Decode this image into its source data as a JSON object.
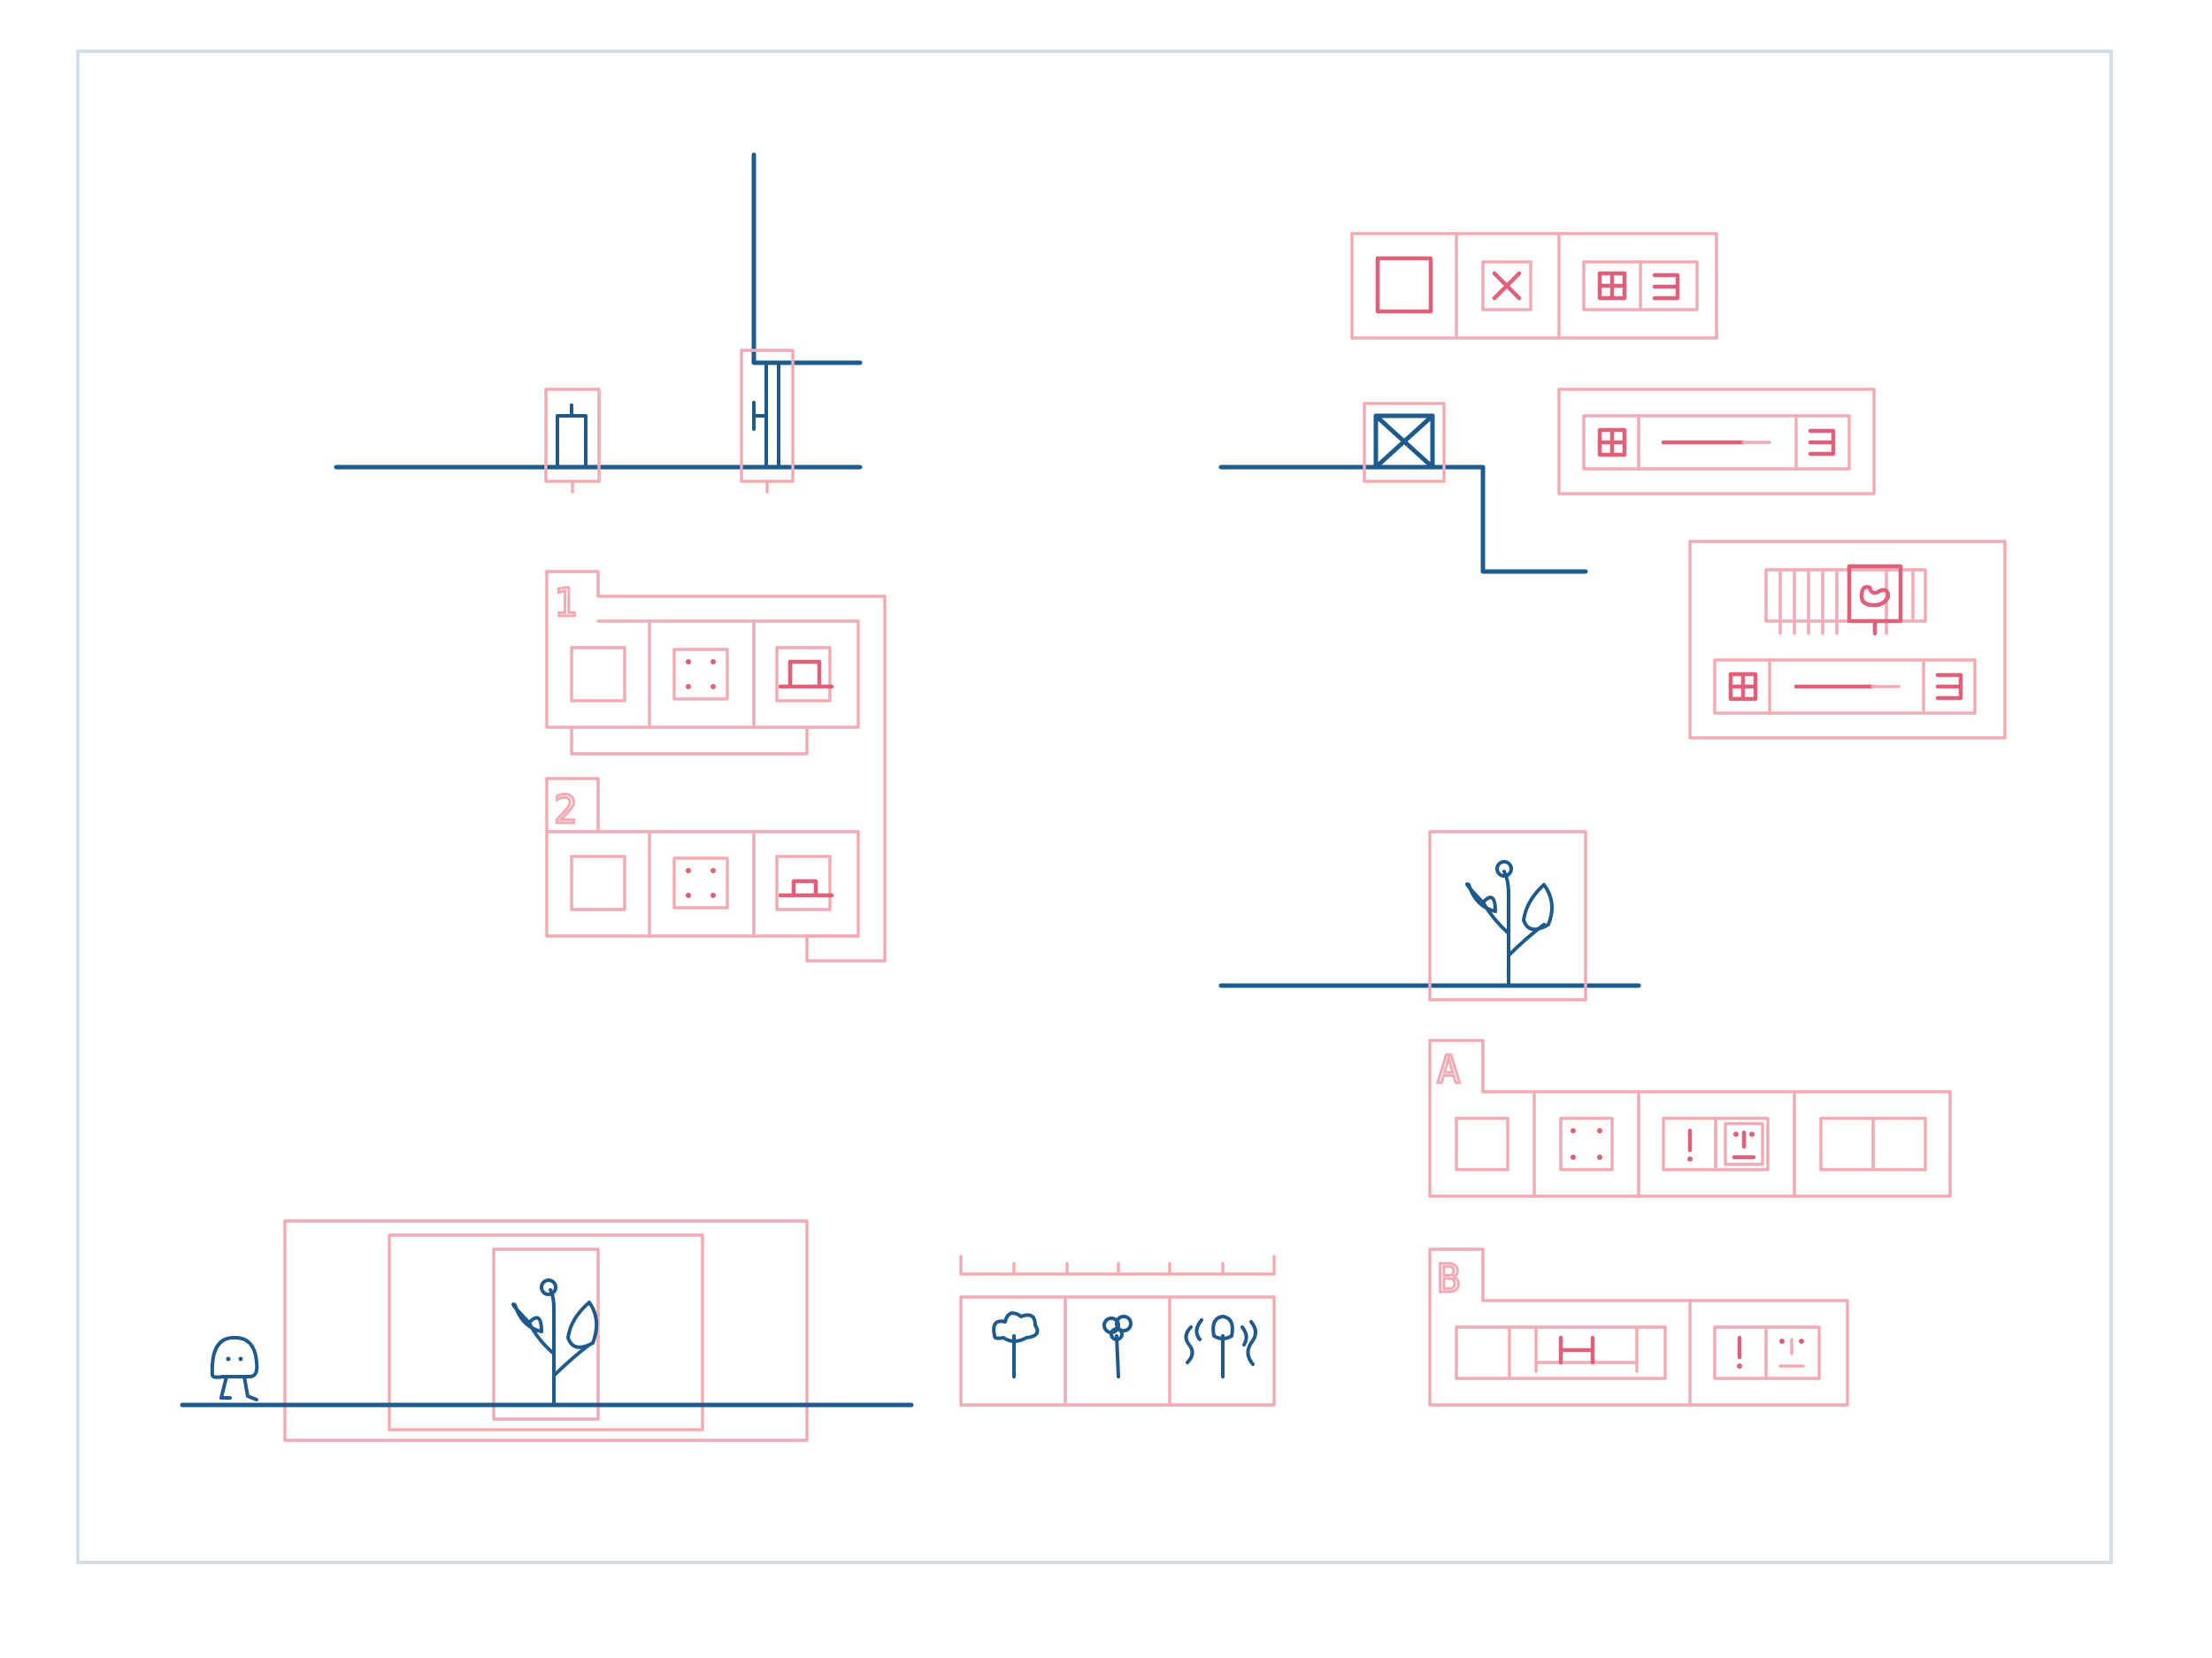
{
  "colors": {
    "background": "#ffffff",
    "frame": "#d3e0ea",
    "pink": "#f2aab4",
    "pink_dark": "#e0607a",
    "blue": "#1e5a8c"
  },
  "labels": {
    "stage_1": "1",
    "stage_2": "2",
    "stage_a": "A",
    "stage_b": "B"
  },
  "icons": {
    "square": "square-icon",
    "cross": "x-icon",
    "grid": "grid-icon",
    "three": "three-icon",
    "dice": "dice-four-icon",
    "bench": "bench-icon",
    "plant": "plant-icon",
    "walker": "mushroom-character-icon",
    "alert": "exclamation-icon",
    "face": "face-icon"
  }
}
